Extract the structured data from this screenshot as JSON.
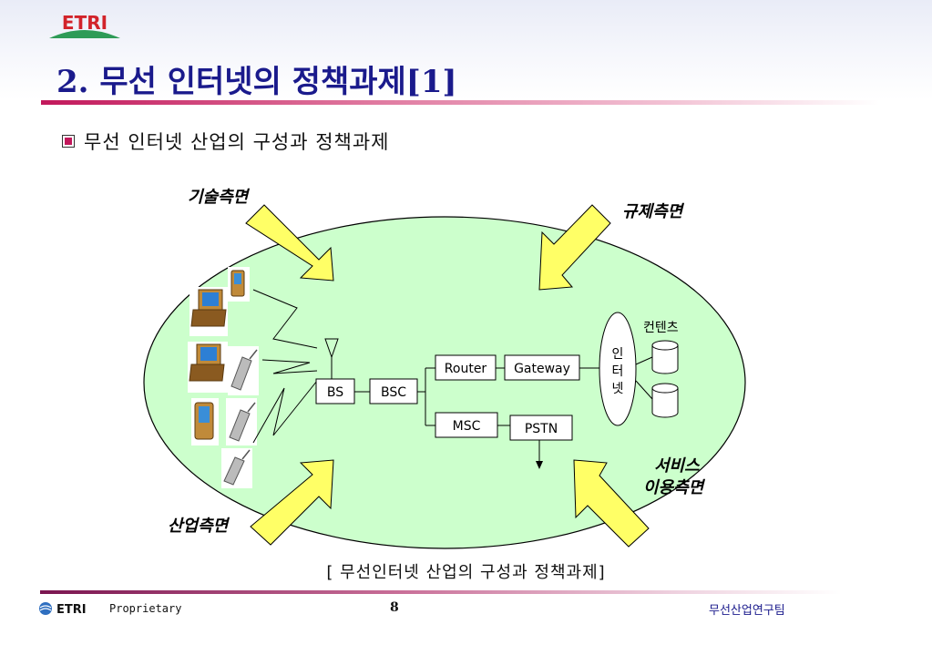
{
  "header": {
    "logo_text": "ETRI",
    "title": "2. 무선 인터넷의 정책과제[1]"
  },
  "bullet": {
    "text": "무선 인터넷 산업의 구성과 정책과제"
  },
  "diagram": {
    "aspects": {
      "tech": "기술측면",
      "regulation": "규제측면",
      "service_line1": "서비스",
      "service_line2": "이용측면",
      "industry": "산업측면"
    },
    "nodes": {
      "bs": "BS",
      "bsc": "BSC",
      "router": "Router",
      "gateway": "Gateway",
      "msc": "MSC",
      "pstn": "PSTN",
      "internet_1": "인",
      "internet_2": "터",
      "internet_3": "넷",
      "contents": "컨텐츠"
    }
  },
  "caption": "[ 무선인터넷 산업의 구성과 정책과제]",
  "footer": {
    "logo_text": "ETRI",
    "proprietary": "Proprietary",
    "page": "8",
    "team": "무선산업연구팀"
  },
  "colors": {
    "title": "#1a1a8c",
    "ellipse_fill": "#ccffcc",
    "arrow_fill": "#ffff66",
    "accent": "#c2185b",
    "logo_red": "#d2232a",
    "logo_green": "#2e9b57"
  }
}
